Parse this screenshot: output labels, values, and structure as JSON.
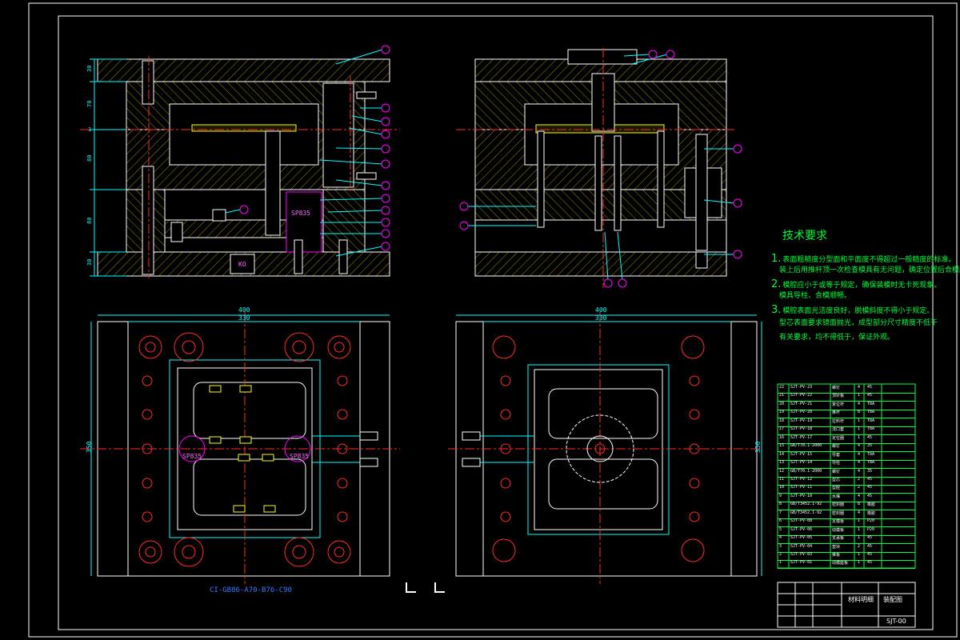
{
  "technical_requirements": {
    "title": "技术要求",
    "lines": [
      {
        "num": "1.",
        "text": "表面粗糙度分型面和平面度不得超过一般精度的标准。"
      },
      {
        "num": "",
        "text": "装上后用推杆顶一次检查模具有无问题，确定位置后合模。"
      },
      {
        "num": "2.",
        "text": "模腔应小于或等于规定，确保装模时无卡死现象。"
      },
      {
        "num": "",
        "text": "模具导柱、合模顺畅。"
      },
      {
        "num": "3.",
        "text": "模腔表面光洁度良好，脱模斜度不得小于规定。"
      },
      {
        "num": "",
        "text": "型芯表面要求镜面抛光，成型部分尺寸精度不低于"
      },
      {
        "num": "",
        "text": "有关要求，均不得低于，保证外观。"
      }
    ]
  },
  "dimensions": {
    "left_width_outer": "400",
    "left_width_inner": "330",
    "right_width_outer": "400",
    "right_width_inner": "330",
    "left_height": "350",
    "right_height": "350"
  },
  "section_dims": {
    "h1": "30",
    "h2": "70",
    "h3": "1",
    "h4": "80",
    "h5": "80",
    "h6": "30"
  },
  "labels": {
    "sp_left_top": "SP835",
    "sp_left_plan": "SP835",
    "sp_right_plan": "SP835",
    "ko": "KO"
  },
  "spec": "CI-GB86-A70-B76-C90",
  "title_block": {
    "table_name": "材料明细",
    "drawing_name": "装配图",
    "drawing_code": "SJT-00"
  },
  "bom_rows": [
    {
      "no": "22",
      "code": "SJT-PV-23",
      "name": "螺钉",
      "qty": "4",
      "mat": "45"
    },
    {
      "no": "21",
      "code": "SJT-PV-22",
      "name": "顶针板",
      "qty": "1",
      "mat": "45"
    },
    {
      "no": "20",
      "code": "SJT-PV-21",
      "name": "复位杆",
      "qty": "4",
      "mat": "T8A"
    },
    {
      "no": "19",
      "code": "SJT-PV-20",
      "name": "推杆",
      "qty": "8",
      "mat": "T8A"
    },
    {
      "no": "18",
      "code": "SJT-PV-19",
      "name": "拉料杆",
      "qty": "1",
      "mat": "T8A"
    },
    {
      "no": "17",
      "code": "SJT-PV-18",
      "name": "浇口套",
      "qty": "1",
      "mat": "T8A"
    },
    {
      "no": "16",
      "code": "SJT-PV-17",
      "name": "定位圈",
      "qty": "1",
      "mat": "45"
    },
    {
      "no": "15",
      "code": "GB/T70.1-2000",
      "name": "螺钉",
      "qty": "4",
      "mat": "35"
    },
    {
      "no": "14",
      "code": "SJT-PV-15",
      "name": "导套",
      "qty": "4",
      "mat": "T8A"
    },
    {
      "no": "13",
      "code": "SJT-PV-14",
      "name": "导柱",
      "qty": "4",
      "mat": "T8A"
    },
    {
      "no": "12",
      "code": "GB/T70.1-2000",
      "name": "螺钉",
      "qty": "4",
      "mat": "35"
    },
    {
      "no": "11",
      "code": "SJT-PV-12",
      "name": "型芯",
      "qty": "2",
      "mat": "45"
    },
    {
      "no": "10",
      "code": "SJT-PV-11",
      "name": "型腔",
      "qty": "2",
      "mat": "45"
    },
    {
      "no": "9",
      "code": "SJT-PV-10",
      "name": "水嘴",
      "qty": "4",
      "mat": "45"
    },
    {
      "no": "8",
      "code": "GB/T3452.1-92",
      "name": "密封圈",
      "qty": "8",
      "mat": "橡胶"
    },
    {
      "no": "7",
      "code": "GB/T3452.1-92",
      "name": "密封圈",
      "qty": "4",
      "mat": "橡胶"
    },
    {
      "no": "6",
      "code": "SJT-PV-08",
      "name": "定模板",
      "qty": "1",
      "mat": "P20"
    },
    {
      "no": "5",
      "code": "SJT-PV-06",
      "name": "动模板",
      "qty": "1",
      "mat": "P20"
    },
    {
      "no": "4",
      "code": "SJT-PV-05",
      "name": "支承板",
      "qty": "1",
      "mat": "45"
    },
    {
      "no": "3",
      "code": "SJT-PV-04",
      "name": "垫块",
      "qty": "2",
      "mat": "45"
    },
    {
      "no": "2",
      "code": "SJT-PV-03",
      "name": "推板",
      "qty": "1",
      "mat": "45"
    },
    {
      "no": "1",
      "code": "SJT-PV-01",
      "name": "动模座板",
      "qty": "1",
      "mat": "45"
    }
  ],
  "colors": {
    "background": "#000000",
    "outline": "#ffffff",
    "dimension": "#00ffff",
    "center": "#ff2a2a",
    "hatch": "#c8b400",
    "balloon": "#ff00ff",
    "green": "#00ff3c",
    "blue": "#3a7bff"
  }
}
